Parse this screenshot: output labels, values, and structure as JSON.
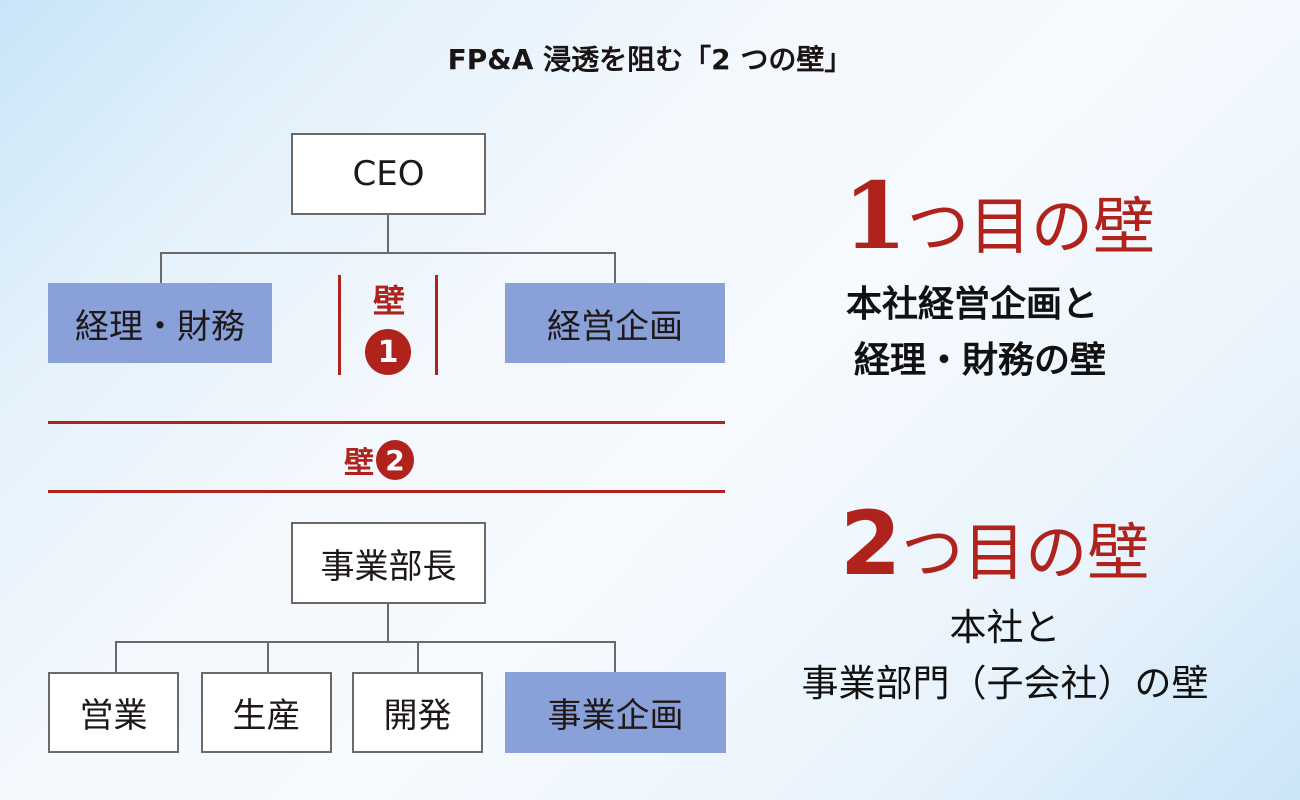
{
  "title": "FP&A 浸透を阻む「2 つの壁」",
  "colors": {
    "accent_red": "#b0231c",
    "highlight_blue": "#8aa0d9",
    "box_border": "#6a6a6a",
    "background_start": "#c8e5f8",
    "background_mid": "#f6fafe"
  },
  "org_chart": {
    "top": {
      "ceo": {
        "label": "CEO",
        "highlighted": false
      },
      "children": [
        {
          "label": "経理・財務",
          "highlighted": true
        },
        {
          "label": "経営企画",
          "highlighted": true
        }
      ],
      "wall_marker": {
        "label": "壁",
        "number": "1"
      }
    },
    "wall_2_band": {
      "label": "壁",
      "number": "2"
    },
    "bottom": {
      "head": {
        "label": "事業部長",
        "highlighted": false
      },
      "children": [
        {
          "label": "営業",
          "highlighted": false
        },
        {
          "label": "生産",
          "highlighted": false
        },
        {
          "label": "開発",
          "highlighted": false
        },
        {
          "label": "事業企画",
          "highlighted": true
        }
      ]
    }
  },
  "explanations": [
    {
      "number": "1",
      "heading_rest": "つ目の壁",
      "lines": [
        "本社経営企画と",
        "経理・財務の壁"
      ]
    },
    {
      "number": "2",
      "heading_rest": "つ目の壁",
      "lines": [
        "本社と",
        "事業部門（子会社）の壁"
      ]
    }
  ]
}
